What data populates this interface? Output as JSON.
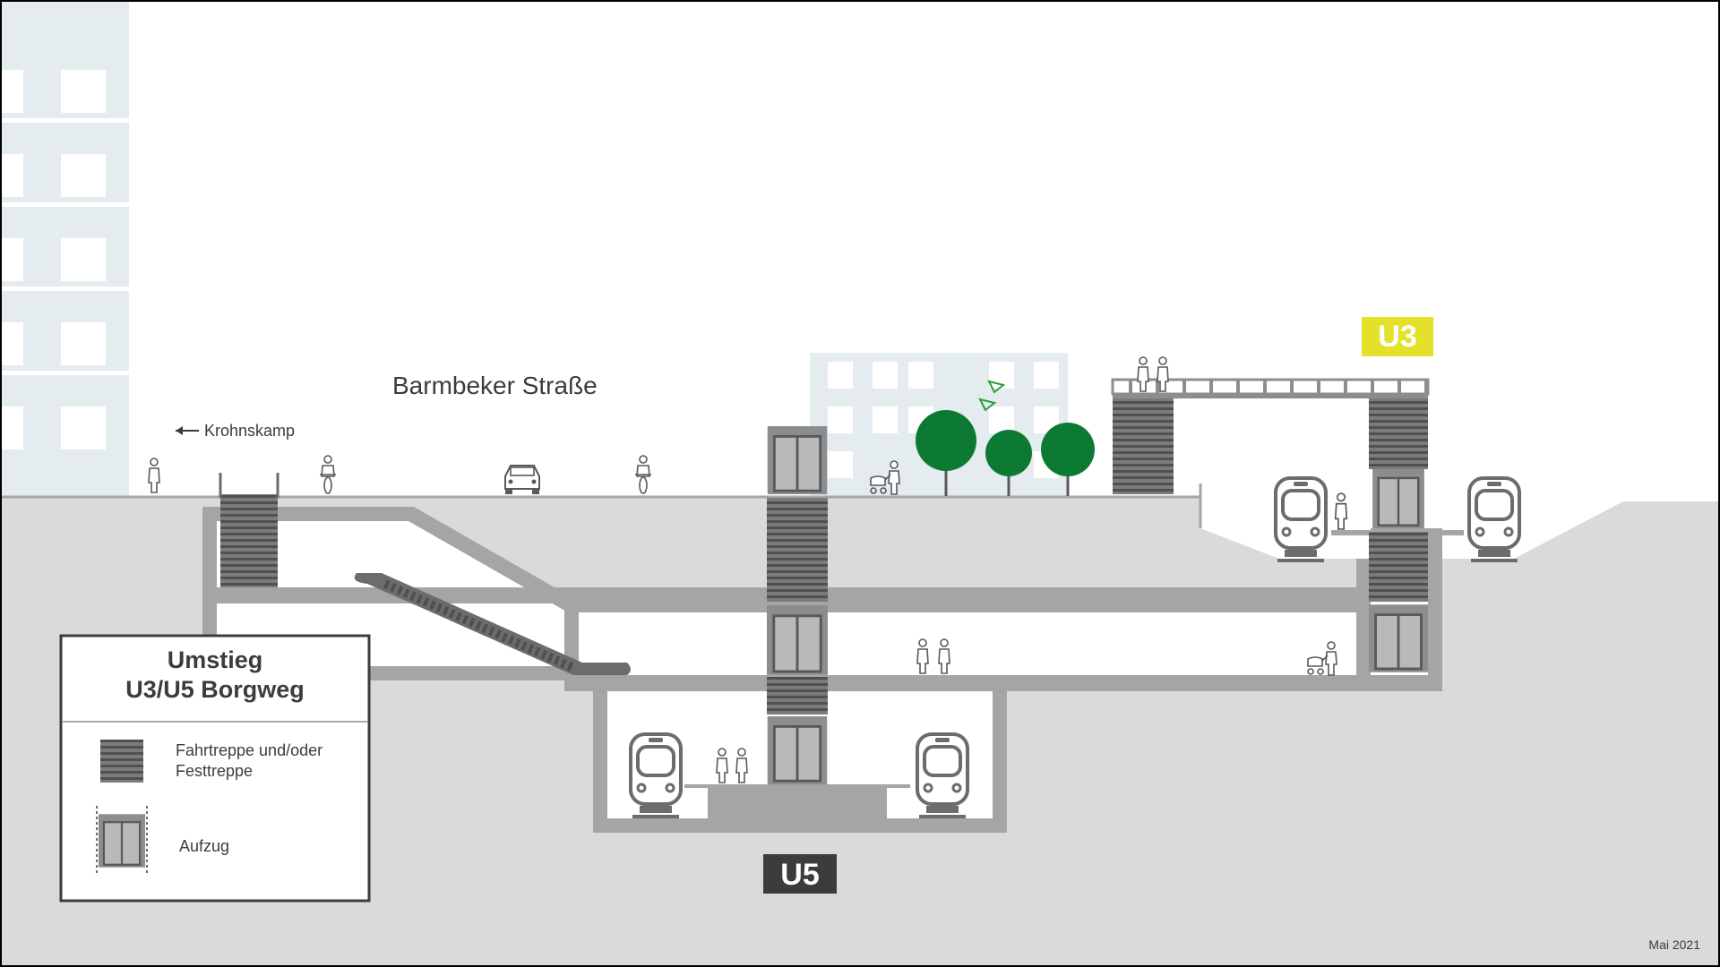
{
  "street": {
    "name": "Barmbeker Straße",
    "direction_label": "Krohnskamp"
  },
  "lines": {
    "upper": {
      "label": "U3",
      "color": "#e4e12d",
      "text_color": "#ffffff"
    },
    "lower": {
      "label": "U5",
      "color": "#3c3c3c",
      "text_color": "#ffffff"
    }
  },
  "legend": {
    "title_line1": "Umstieg",
    "title_line2": "U3/U5 Borgweg",
    "items": [
      {
        "icon": "escalator-stairs-icon",
        "label_line1": "Fahrtreppe und/oder",
        "label_line2": "Festtreppe"
      },
      {
        "icon": "elevator-icon",
        "label_line1": "Aufzug",
        "label_line2": ""
      }
    ]
  },
  "date_label": "Mai 2021",
  "colors": {
    "ground": "#d9dadb",
    "wall": "#a4a5a7",
    "elevator": "#8c8d8f",
    "stairs": "#6b6c6e",
    "building_back": "#e4ecef",
    "tree": "#0d7a33",
    "bird": "#2f9a3f",
    "border": "#000000"
  }
}
